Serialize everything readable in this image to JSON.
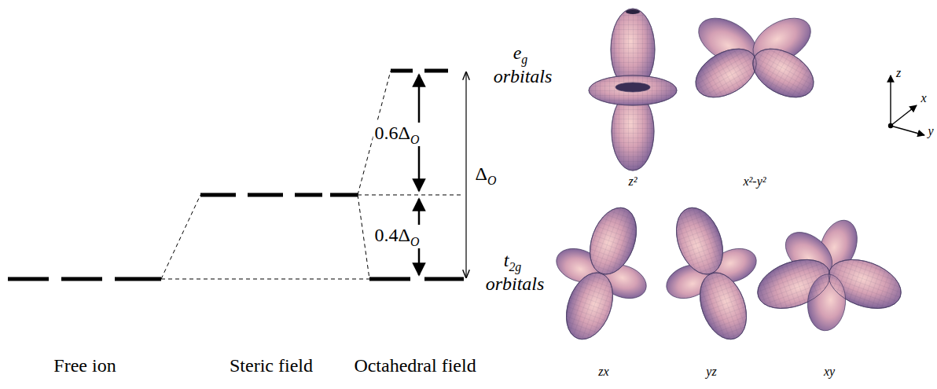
{
  "diagram": {
    "labels": [
      "e",
      "g",
      "orbitals",
      "0.6Δ",
      "O",
      "0.4Δ",
      "O",
      "Δ",
      "O",
      "t",
      "2g",
      "orbitals",
      "Free ion",
      "Steric field",
      "Octahedral field",
      "z²",
      "x²-y²",
      "zx",
      "yz",
      "xy",
      "z",
      "x",
      "y"
    ]
  }
}
